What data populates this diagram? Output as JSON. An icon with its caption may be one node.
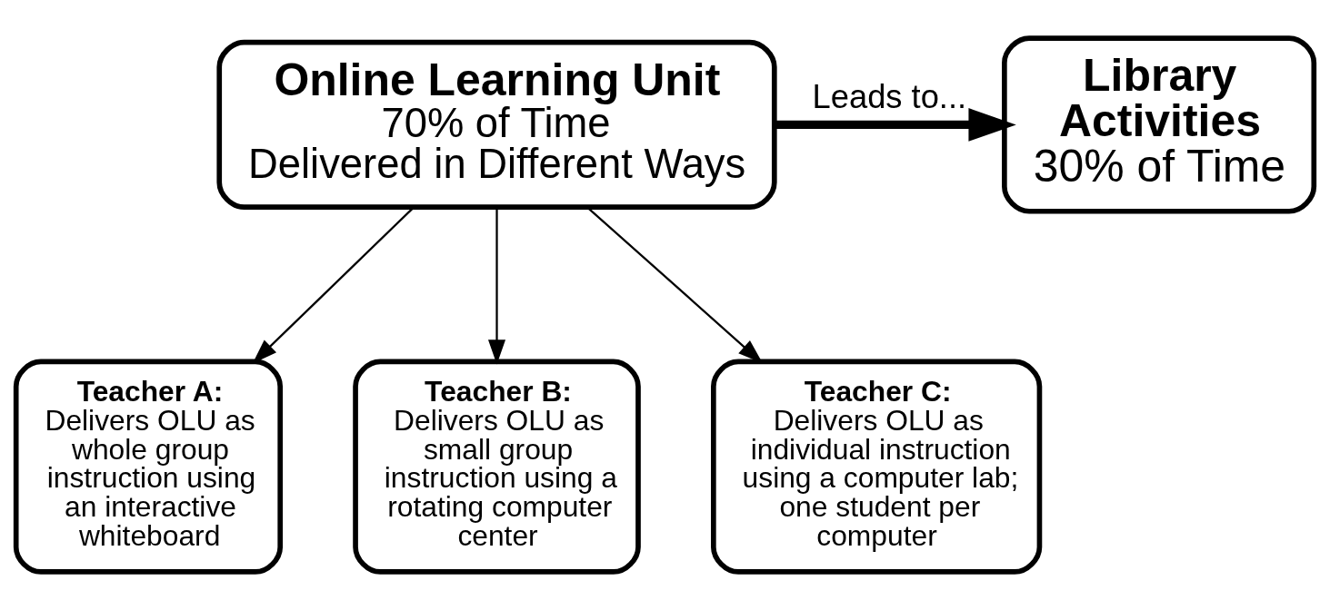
{
  "diagram": {
    "nodes": [
      {
        "text": [
          "Online Learning Unit",
          "70% of Time",
          "Delivered in Different Ways"
        ]
      },
      {
        "text": [
          "Teacher A:",
          "Delivers OLU as whole group instruction using an interactive whiteboard"
        ]
      },
      {
        "text": [
          "Teacher B:",
          "Delivers OLU as small group instruction using a rotating computer center"
        ]
      },
      {
        "text": [
          "Teacher C:",
          "Delivers OLU as individual instruction using a computer lab; one student per computer"
        ]
      },
      {
        "text": [
          "Library Activities",
          "30% of Time"
        ]
      }
    ],
    "edges": [
      {
        "from": 0,
        "to": 1,
        "arrow": "to"
      },
      {
        "from": 0,
        "to": 2,
        "arrow": "to"
      },
      {
        "from": 0,
        "to": 3,
        "arrow": "to"
      },
      {
        "from": 0,
        "to": 4,
        "arrow": "to",
        "label": "Leads to...",
        "style": "thick"
      }
    ]
  }
}
